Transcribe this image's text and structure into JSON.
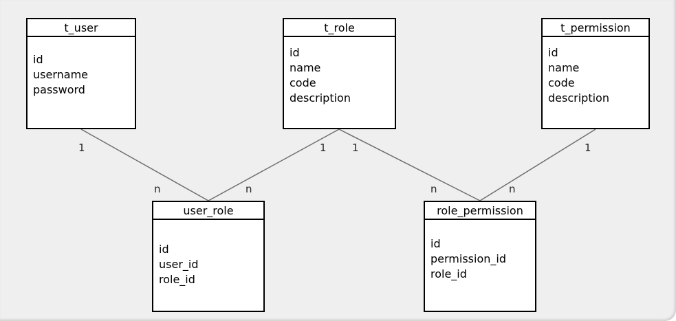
{
  "entities": {
    "t_user": {
      "title": "t_user",
      "fields": [
        "id",
        "username",
        "password"
      ]
    },
    "t_role": {
      "title": "t_role",
      "fields": [
        "id",
        "name",
        "code",
        "description"
      ]
    },
    "t_permission": {
      "title": "t_permission",
      "fields": [
        "id",
        "name",
        "code",
        "description"
      ]
    },
    "user_role": {
      "title": "user_role",
      "fields": [
        "id",
        "user_id",
        "role_id"
      ]
    },
    "role_permission": {
      "title": "role_permission",
      "fields": [
        "id",
        "permission_id",
        "role_id"
      ]
    }
  },
  "relationships": [
    {
      "from": "t_user",
      "to": "user_role",
      "from_cardinality": "1",
      "to_cardinality": "n"
    },
    {
      "from": "t_role",
      "to": "user_role",
      "from_cardinality": "1",
      "to_cardinality": "n"
    },
    {
      "from": "t_role",
      "to": "role_permission",
      "from_cardinality": "1",
      "to_cardinality": "n"
    },
    {
      "from": "t_permission",
      "to": "role_permission",
      "from_cardinality": "1",
      "to_cardinality": "n"
    }
  ],
  "colors": {
    "background": "#efefef",
    "box_fill": "#ffffff",
    "stroke": "#000000",
    "connector": "#6e6e6e"
  }
}
